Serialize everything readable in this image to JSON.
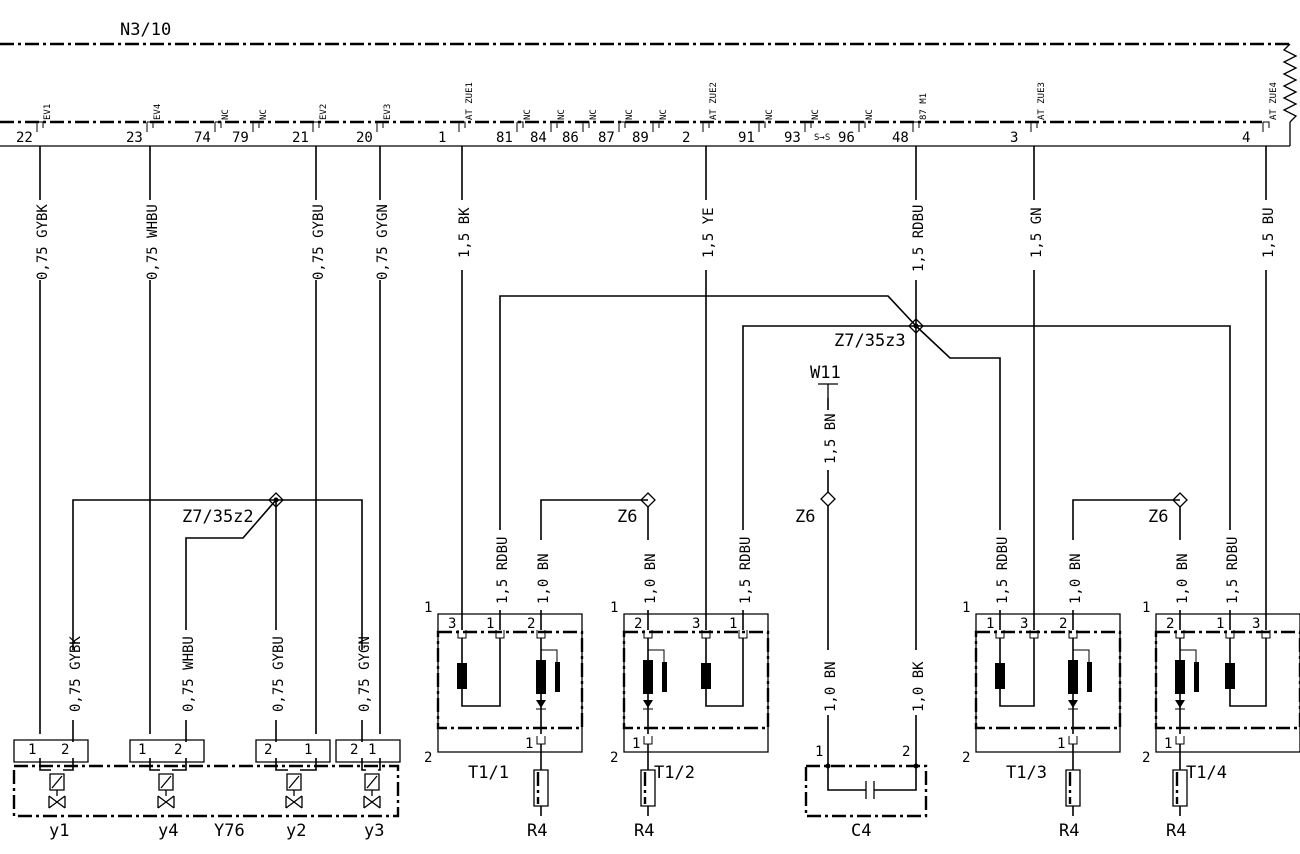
{
  "control_unit": {
    "id": "N3/10"
  },
  "connector_pins": [
    {
      "num": "22",
      "tag": "EV1"
    },
    {
      "num": "23",
      "tag": "EV4"
    },
    {
      "num": "74",
      "tag": "NC"
    },
    {
      "num": "79",
      "tag": "NC"
    },
    {
      "num": "21",
      "tag": "EV2"
    },
    {
      "num": "20",
      "tag": "EV3"
    },
    {
      "num": "1",
      "tag": "AT ZUE1"
    },
    {
      "num": "81",
      "tag": "NC"
    },
    {
      "num": "84",
      "tag": "NC"
    },
    {
      "num": "86",
      "tag": "NC"
    },
    {
      "num": "87",
      "tag": "NC"
    },
    {
      "num": "89",
      "tag": "NC"
    },
    {
      "num": "2",
      "tag": "AT ZUE2"
    },
    {
      "num": "91",
      "tag": "NC"
    },
    {
      "num": "93",
      "tag": "NC"
    },
    {
      "num": "96",
      "tag": "NC"
    },
    {
      "num": "48",
      "tag": "87 M1"
    },
    {
      "num": "3",
      "tag": "AT ZUE3"
    },
    {
      "num": "4",
      "tag": "AT ZUE4"
    }
  ],
  "upper_wires": [
    {
      "label": "0,75 GYBK"
    },
    {
      "label": "0,75 WHBU"
    },
    {
      "label": "0,75 GYBU"
    },
    {
      "label": "0,75 GYGN"
    },
    {
      "label": "1,5 BK"
    },
    {
      "label": "1,5 YE"
    },
    {
      "label": "1,5 RDBU"
    },
    {
      "label": "1,5 GN"
    },
    {
      "label": "1,5 BU"
    }
  ],
  "lower_wires": [
    {
      "label": "0,75 GYBK"
    },
    {
      "label": "0,75 WHBU"
    },
    {
      "label": "0,75 GYBU"
    },
    {
      "label": "0,75 GYGN"
    },
    {
      "label": "1,5 RDBU"
    },
    {
      "label": "1,0 BN"
    },
    {
      "label": "1,0 BN"
    },
    {
      "label": "1,5 RDBU"
    },
    {
      "label": "1,5 BN"
    },
    {
      "label": "1,0 BN"
    },
    {
      "label": "1,0 BK"
    },
    {
      "label": "1,5 RDBU"
    },
    {
      "label": "1,0 BN"
    },
    {
      "label": "1,0 BN"
    },
    {
      "label": "1,5 RDBU"
    }
  ],
  "splices": [
    {
      "id": "Z7/35z2"
    },
    {
      "id": "Z7/35z3"
    },
    {
      "id": "Z6"
    },
    {
      "id": "Z6"
    },
    {
      "id": "Z6"
    }
  ],
  "ground": {
    "id": "W11"
  },
  "coils": [
    {
      "id": "T1/1",
      "resistor": "R4"
    },
    {
      "id": "T1/2",
      "resistor": "R4"
    },
    {
      "id": "T1/3",
      "resistor": "R4"
    },
    {
      "id": "T1/4",
      "resistor": "R4"
    }
  ],
  "capacitor": {
    "id": "C4",
    "pin1": "1",
    "pin2": "2"
  },
  "valve_block": {
    "id": "Y76",
    "valves": [
      {
        "id": "y1",
        "pin_a": "1",
        "pin_b": "2"
      },
      {
        "id": "y4",
        "pin_a": "1",
        "pin_b": "2"
      },
      {
        "id": "y2",
        "pin_a": "2",
        "pin_b": "1"
      },
      {
        "id": "y3",
        "pin_a": "2",
        "pin_b": "1"
      }
    ]
  },
  "pin_numbers": {
    "one": "1",
    "two": "2",
    "three": "3"
  },
  "plug_symbol": "S→S"
}
